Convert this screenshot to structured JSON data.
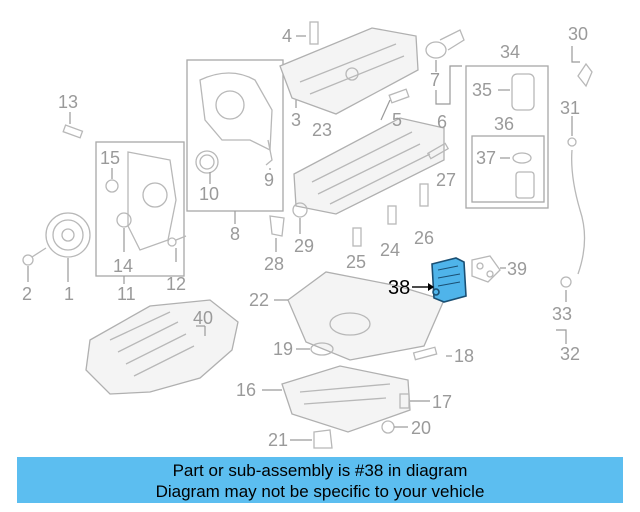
{
  "callouts": {
    "c1": "1",
    "c2": "2",
    "c3": "3",
    "c4": "4",
    "c5": "5",
    "c6": "6",
    "c7": "7",
    "c8": "8",
    "c9": "9",
    "c10": "10",
    "c11": "11",
    "c12": "12",
    "c13": "13",
    "c14": "14",
    "c15": "15",
    "c16": "16",
    "c17": "17",
    "c18": "18",
    "c19": "19",
    "c20": "20",
    "c21": "21",
    "c22": "22",
    "c23": "23",
    "c24": "24",
    "c25": "25",
    "c26": "26",
    "c27": "27",
    "c28": "28",
    "c29": "29",
    "c30": "30",
    "c31": "31",
    "c32": "32",
    "c33": "33",
    "c34": "34",
    "c35": "35",
    "c36": "36",
    "c37": "37",
    "c38": "38",
    "c39": "39",
    "c40": "40"
  },
  "highlighted_part": "38",
  "colors": {
    "highlight_fill": "#4fb4ea",
    "banner_bg": "#5cbef0",
    "callout_gray": "#9a9a9a"
  },
  "banner": {
    "line1": "Part or sub-assembly is #38 in diagram",
    "line2": "Diagram may not be specific to your vehicle"
  }
}
